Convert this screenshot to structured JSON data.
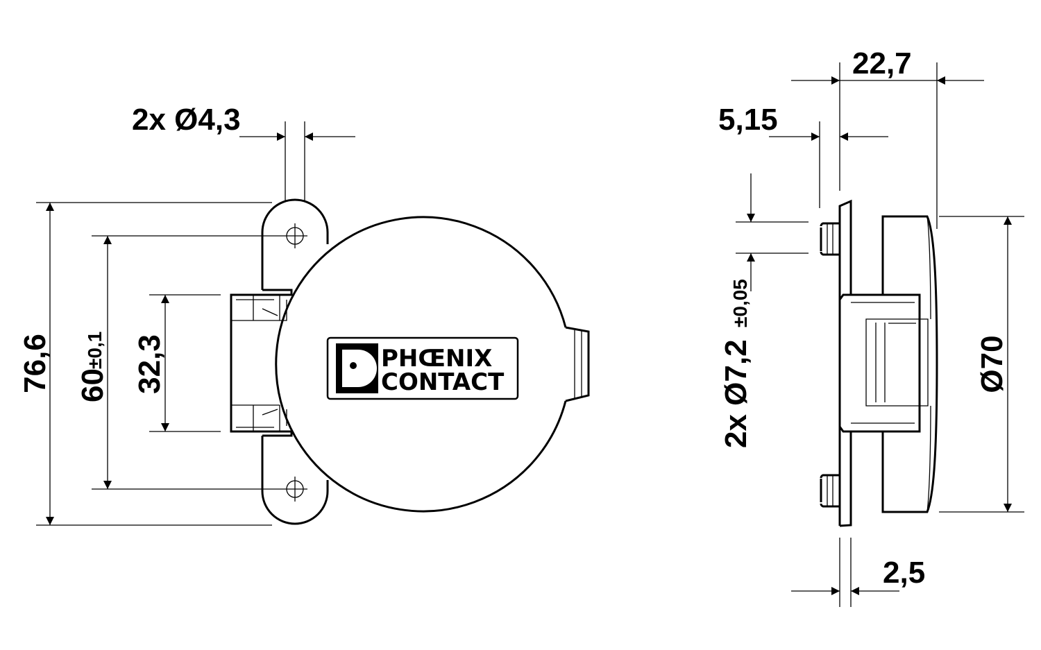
{
  "front_view": {
    "hole_label": "2x Ø4,3",
    "height_total": "76,6",
    "hole_spacing": "60",
    "hole_spacing_tol": "±0,1",
    "inner_height": "32,3",
    "logo_line1": "PHŒNIX",
    "logo_line2": "CONTACT"
  },
  "side_view": {
    "depth_total": "22,7",
    "flange_offset": "5,15",
    "pin_label": "2x Ø7,2",
    "pin_tol": "±0,05",
    "diameter": "Ø70",
    "plate_thickness": "2,5"
  }
}
